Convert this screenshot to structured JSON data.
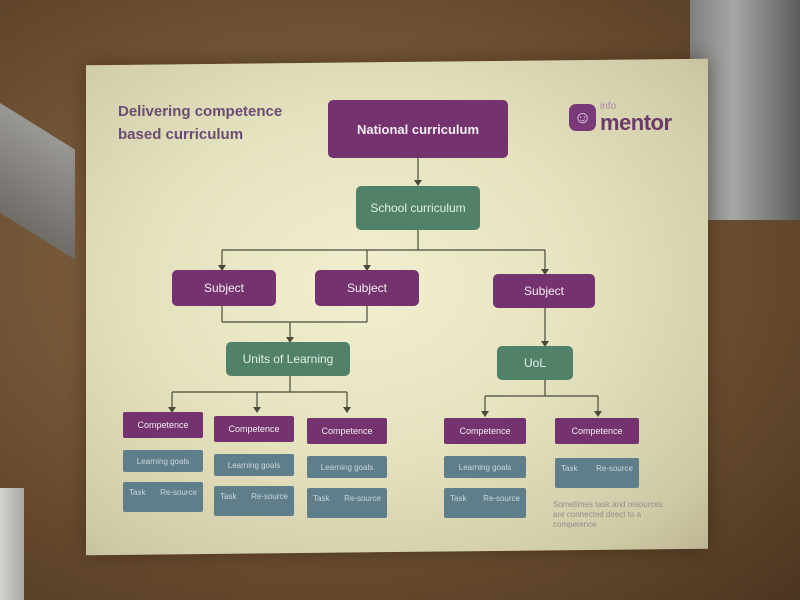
{
  "slide": {
    "title_line1": "Delivering competence",
    "title_line2": "based curriculum"
  },
  "logo": {
    "mark": "☺",
    "info": "info",
    "mentor": "mentor"
  },
  "nodes": {
    "national": "National curriculum",
    "school": "School curriculum",
    "subject1": "Subject",
    "subject2": "Subject",
    "subject3": "Subject",
    "units": "Units of Learning",
    "uol": "UoL",
    "competences": [
      "Competence",
      "Competence",
      "Competence",
      "Competence",
      "Competence"
    ],
    "learning_goals": [
      "Learning goals",
      "Learning goals",
      "Learning goals",
      "Learning goals"
    ],
    "task_label": "Task",
    "resource_label": "Re-source"
  },
  "note": "Sometimes task and resources are connected direct to a competence",
  "colors": {
    "purple": "#74326f",
    "green": "#52816a",
    "slate": "#5f7e8a"
  }
}
